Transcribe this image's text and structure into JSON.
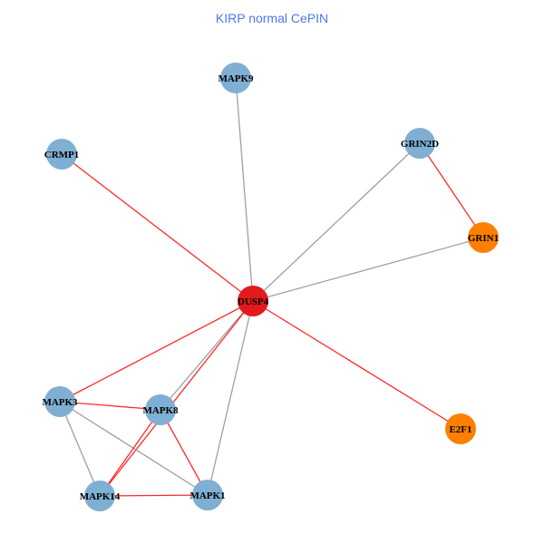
{
  "title": "KIRP normal CePIN",
  "colors": {
    "title": "#4a78e8",
    "default_node": "#7fafd2",
    "hub_node": "#e31a1c",
    "highlight_node": "#ff7f00",
    "red_edge": "#ff2a2a",
    "gray_edge": "#a0a0a0"
  },
  "nodes": [
    {
      "id": "MAPK9",
      "color": "#7fafd2"
    },
    {
      "id": "CRMP1",
      "color": "#7fafd2"
    },
    {
      "id": "GRIN2D",
      "color": "#7fafd2"
    },
    {
      "id": "GRIN1",
      "color": "#ff7f00"
    },
    {
      "id": "DUSP4",
      "color": "#e31a1c"
    },
    {
      "id": "MAPK3",
      "color": "#7fafd2"
    },
    {
      "id": "MAPK8",
      "color": "#7fafd2"
    },
    {
      "id": "E2F1",
      "color": "#ff7f00"
    },
    {
      "id": "MAPK14",
      "color": "#7fafd2"
    },
    {
      "id": "MAPK1",
      "color": "#7fafd2"
    }
  ],
  "edges": [
    {
      "source": "DUSP4",
      "target": "MAPK9",
      "type": "gray"
    },
    {
      "source": "DUSP4",
      "target": "CRMP1",
      "type": "red"
    },
    {
      "source": "DUSP4",
      "target": "GRIN2D",
      "type": "gray"
    },
    {
      "source": "DUSP4",
      "target": "GRIN1",
      "type": "gray"
    },
    {
      "source": "GRIN2D",
      "target": "GRIN1",
      "type": "red"
    },
    {
      "source": "DUSP4",
      "target": "E2F1",
      "type": "red"
    },
    {
      "source": "DUSP4",
      "target": "MAPK3",
      "type": "red"
    },
    {
      "source": "DUSP4",
      "target": "MAPK8",
      "type": "gray"
    },
    {
      "source": "DUSP4",
      "target": "MAPK14",
      "type": "red"
    },
    {
      "source": "DUSP4",
      "target": "MAPK1",
      "type": "gray"
    },
    {
      "source": "MAPK3",
      "target": "MAPK8",
      "type": "red"
    },
    {
      "source": "MAPK3",
      "target": "MAPK14",
      "type": "gray"
    },
    {
      "source": "MAPK3",
      "target": "MAPK1",
      "type": "gray"
    },
    {
      "source": "MAPK8",
      "target": "MAPK1",
      "type": "red"
    },
    {
      "source": "MAPK8",
      "target": "MAPK14",
      "type": "red"
    },
    {
      "source": "MAPK14",
      "target": "MAPK1",
      "type": "red"
    }
  ]
}
